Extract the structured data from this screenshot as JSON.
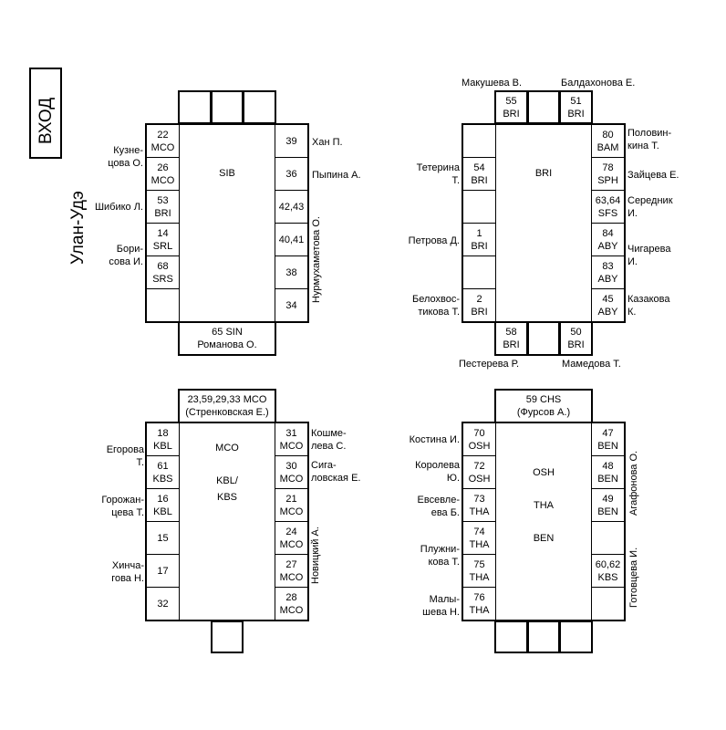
{
  "entrance": "ВХОД",
  "city": "Улан-Удэ",
  "t1": {
    "center": "SIB",
    "left": [
      "22\nMCO",
      "26\nMCO",
      "53\nBRI",
      "14\nSRL",
      "68\nSRS",
      ""
    ],
    "right": [
      "39",
      "36",
      "42,43",
      "40,41",
      "38",
      "34"
    ],
    "bottom": "65 SIN\nРоманова О.",
    "labels_left": [
      "Кузне-\nцова О.",
      "Шибико Л.",
      "Бори-\nсова И."
    ],
    "labels_right": [
      "Хан П.",
      "Пыпина А."
    ],
    "vertical_right": "Нурмухаметова О."
  },
  "t2": {
    "center": "BRI",
    "top": [
      "55\nBRI",
      "",
      "51\nBRI"
    ],
    "bottom": [
      "58\nBRI",
      "",
      "50\nBRI"
    ],
    "left": [
      "",
      "54\nBRI",
      "",
      "1\nBRI",
      "",
      "2\nBRI"
    ],
    "right": [
      "80\nBAM",
      "78\nSPH",
      "63,64\nSFS",
      "84\nABY",
      "83\nABY",
      "45\nABY"
    ],
    "labels_top": [
      "Макушева В.",
      "Балдахонова Е."
    ],
    "labels_bottom": [
      "Пестерева Р.",
      "Мамедова Т."
    ],
    "labels_left": [
      "Тетерина\nТ.",
      "Петрова Д.",
      "Белохвос-\nтикова Т."
    ],
    "labels_right": [
      "Половин-\nкина Т.",
      "Зайцева Е.",
      "Середник\nИ.",
      "Чигарева\nИ.",
      "Казакова\nК."
    ]
  },
  "t3": {
    "center": "MCO\n\nKBL/\nKBS",
    "top": "23,59,29,33 MCO\n(Стренковская Е.)",
    "left": [
      "18\nKBL",
      "61\nKBS",
      "16\nKBL",
      "15",
      "17",
      "32"
    ],
    "right": [
      "31\nMCO",
      "30\nMCO",
      "21\nMCO",
      "24\nMCO",
      "27\nMCO",
      "28\nMCO"
    ],
    "labels_left": [
      "Егорова\nТ.",
      "Горожан-\nцева Т.",
      "Хинча-\nгова Н."
    ],
    "labels_right": [
      "Кошме-\nлева С.",
      "Сига-\nловская Е."
    ],
    "vertical_right": "Новицкий А."
  },
  "t4": {
    "center": "OSH\n\nTHA\n\nBEN",
    "top": "59 CHS\n(Фурсов А.)",
    "left": [
      "70\nOSH",
      "72\nOSH",
      "73\nTHA",
      "74\nTHA",
      "75\nTHA",
      "76\nTHA"
    ],
    "right": [
      "47\nBEN",
      "48\nBEN",
      "49\nBEN",
      "",
      "60,62\nKBS",
      ""
    ],
    "bottom": [
      "",
      "",
      ""
    ],
    "labels_left": [
      "Костина И.",
      "Королева\nЮ.",
      "Евсевле-\nева Б.",
      "Плужни-\nкова Т.",
      "Малы-\nшева Н."
    ],
    "vertical_right": [
      "Агафонова О.",
      "Готовцева И."
    ]
  }
}
